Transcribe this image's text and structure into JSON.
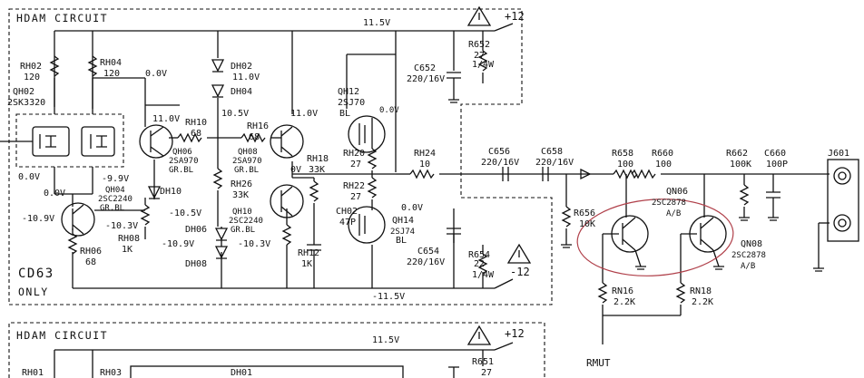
{
  "blocks": [
    {
      "title": "HDAM CIRCUIT",
      "note_main": "CD63",
      "note_sub": "ONLY"
    },
    {
      "title": "HDAM CIRCUIT"
    }
  ],
  "rails": {
    "pos": "+12",
    "neg": "-12",
    "v_top": "11.5V",
    "v_bot": "-11.5V",
    "v_top2": "11.5V"
  },
  "labels": [
    {
      "t": "RH02"
    },
    {
      "t": "120"
    },
    {
      "t": "RH04"
    },
    {
      "t": "120"
    },
    {
      "t": "0.0V"
    },
    {
      "t": "QH02"
    },
    {
      "t": "2SK3320"
    },
    {
      "t": "DH02"
    },
    {
      "t": "11.0V"
    },
    {
      "t": "DH04"
    },
    {
      "t": "10.5V"
    },
    {
      "t": "11.0V"
    },
    {
      "t": "11.0V"
    },
    {
      "t": "RH10"
    },
    {
      "t": "68"
    },
    {
      "t": "RH16"
    },
    {
      "t": "68"
    },
    {
      "t": "QH06"
    },
    {
      "t": "2SA970"
    },
    {
      "t": "GR.BL"
    },
    {
      "t": "QH08"
    },
    {
      "t": "2SA970"
    },
    {
      "t": "GR.BL"
    },
    {
      "t": "0.0V"
    },
    {
      "t": "0.0V"
    },
    {
      "t": "-9.9V"
    },
    {
      "t": "QH04"
    },
    {
      "t": "2SC2240"
    },
    {
      "t": "GR.BL"
    },
    {
      "t": "DH10"
    },
    {
      "t": "-10.5V"
    },
    {
      "t": "-10.9V"
    },
    {
      "t": "-10.3V"
    },
    {
      "t": "RH08"
    },
    {
      "t": "1K"
    },
    {
      "t": "RH06"
    },
    {
      "t": "68"
    },
    {
      "t": "RH26"
    },
    {
      "t": "33K"
    },
    {
      "t": "QH10"
    },
    {
      "t": "2SC2240"
    },
    {
      "t": "GR.BL"
    },
    {
      "t": "DH06"
    },
    {
      "t": "-10.9V"
    },
    {
      "t": "DH08"
    },
    {
      "t": "-10.3V"
    },
    {
      "t": "0V"
    },
    {
      "t": "RH18"
    },
    {
      "t": "33K"
    },
    {
      "t": "RH12"
    },
    {
      "t": "1K"
    },
    {
      "t": "CH02"
    },
    {
      "t": "47P"
    },
    {
      "t": "QH12"
    },
    {
      "t": "2SJ70"
    },
    {
      "t": "BL"
    },
    {
      "t": "0.0V"
    },
    {
      "t": "RH20"
    },
    {
      "t": "27"
    },
    {
      "t": "RH22"
    },
    {
      "t": "27"
    },
    {
      "t": "QH14"
    },
    {
      "t": "2SJ74"
    },
    {
      "t": "BL"
    },
    {
      "t": "0.0V"
    },
    {
      "t": "RH24"
    },
    {
      "t": "10"
    },
    {
      "t": "C652"
    },
    {
      "t": "220/16V"
    },
    {
      "t": "R652"
    },
    {
      "t": "27"
    },
    {
      "t": "1/4W"
    },
    {
      "t": "C654"
    },
    {
      "t": "220/16V"
    },
    {
      "t": "R654"
    },
    {
      "t": "22"
    },
    {
      "t": "1/4W"
    },
    {
      "t": "C656"
    },
    {
      "t": "220/16V"
    },
    {
      "t": "C658"
    },
    {
      "t": "220/16V"
    },
    {
      "t": "R658"
    },
    {
      "t": "100"
    },
    {
      "t": "R660"
    },
    {
      "t": "100"
    },
    {
      "t": "R662"
    },
    {
      "t": "100K"
    },
    {
      "t": "C660"
    },
    {
      "t": "100P"
    },
    {
      "t": "J601"
    },
    {
      "t": "R656"
    },
    {
      "t": "10K"
    },
    {
      "t": "QN06"
    },
    {
      "t": "2SC2878"
    },
    {
      "t": "A/B"
    },
    {
      "t": "QN08"
    },
    {
      "t": "2SC2878"
    },
    {
      "t": "A/B"
    },
    {
      "t": "RN16"
    },
    {
      "t": "2.2K"
    },
    {
      "t": "RN18"
    },
    {
      "t": "2.2K"
    },
    {
      "t": "RMUT"
    },
    {
      "t": "RH01"
    },
    {
      "t": "RH03"
    },
    {
      "t": "DH01"
    },
    {
      "t": "R651"
    },
    {
      "t": "27"
    }
  ]
}
